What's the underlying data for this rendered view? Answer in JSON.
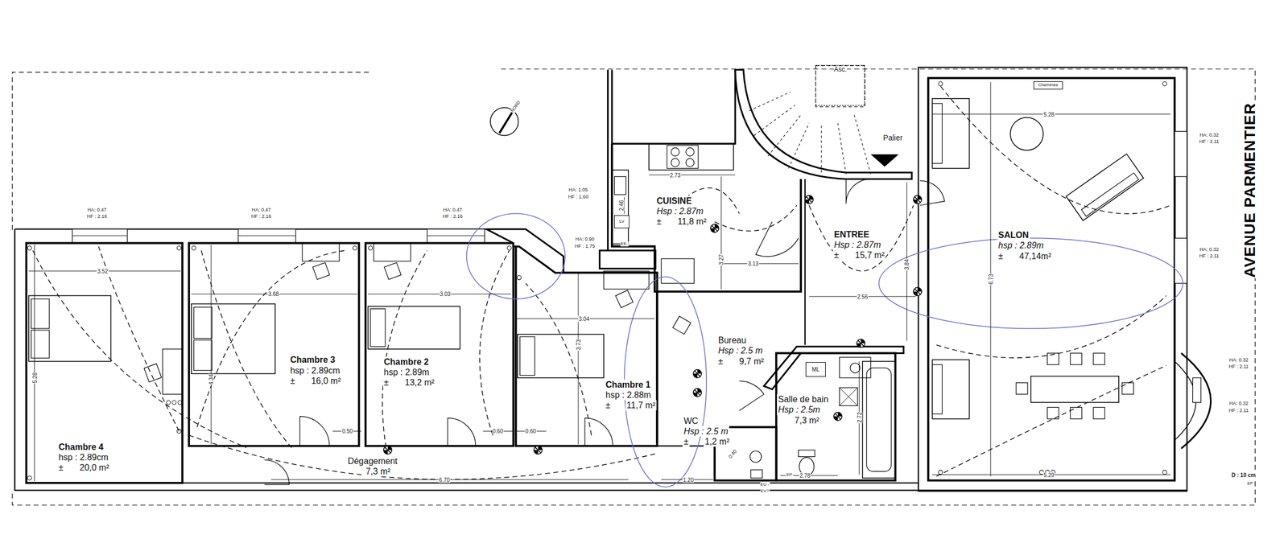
{
  "diagram": {
    "nodes": [
      {
        "text": [
          "Chambre 4",
          "hsp : 2.89cm",
          "±",
          "20,0 m²"
        ]
      },
      {
        "text": [
          "Chambre 3",
          "hsp : 2.89cm",
          "±",
          "16,0 m²"
        ]
      },
      {
        "text": [
          "Chambre 2",
          "hsp : 2.89m",
          "±",
          "13,2 m²"
        ]
      },
      {
        "text": [
          "Chambre 1",
          "hsp : 2.88m",
          "±",
          "11,7 m²"
        ]
      },
      {
        "text": [
          "Dégagement",
          "7,3 m²"
        ]
      },
      {
        "text": [
          "WC",
          "Hsp : 2.5 m",
          "±",
          "1,2 m²"
        ]
      },
      {
        "text": [
          "Bureau",
          "Hsp : 2.5 m",
          "±",
          "9,7 m²"
        ]
      },
      {
        "text": [
          "Salle de bain",
          "Hsp : 2.5m",
          "7,3 m²"
        ]
      },
      {
        "text": [
          "ML"
        ]
      },
      {
        "text": [
          "LV"
        ]
      },
      {
        "text": [
          "CUISINE",
          "Hsp : 2.87m",
          "±",
          "11,8 m²"
        ]
      },
      {
        "text": [
          "Asc."
        ]
      },
      {
        "text": [
          "ENTREE",
          "Hsp : 2.87m",
          "±",
          "15,7 m²"
        ]
      },
      {
        "text": [
          "SALON",
          "hsp : 2.89m",
          "±",
          "47,14m²"
        ]
      },
      {
        "text": [
          "Cheminée"
        ]
      }
    ],
    "labels": [
      "NORD",
      "HA: 0.47",
      "HF : 2.16",
      "HA: 0.47",
      "HF : 2.16",
      "HA: 0.47",
      "HF : 2.16",
      "HA: 1.05",
      "HF : 1.60",
      "HA: 0.90",
      "HF : 1.75",
      "HA: 0.32",
      "HF : 2.11",
      "HA: 0.32",
      "HF : 2.11",
      "HA: 0.32",
      "HF : 2.11",
      "HA: 0.32",
      "HF : 2.11",
      "3.52",
      "3.68",
      "3.03",
      "3.04",
      "5.28",
      "4.34",
      "3.73",
      "0.50",
      "0.60",
      "0.60",
      "6.70",
      "1.20",
      "2.78",
      "2.72",
      "2.73",
      "2.46",
      "3.27",
      "3.13",
      "2.56",
      "3.84",
      "5.28",
      "6.73",
      "5.29",
      "D : 10 cm",
      "EP",
      "EU -",
      "EV?",
      "EP",
      "0.40",
      "Palier",
      "AVENUE PARMENTIER",
      "EE."
    ]
  }
}
